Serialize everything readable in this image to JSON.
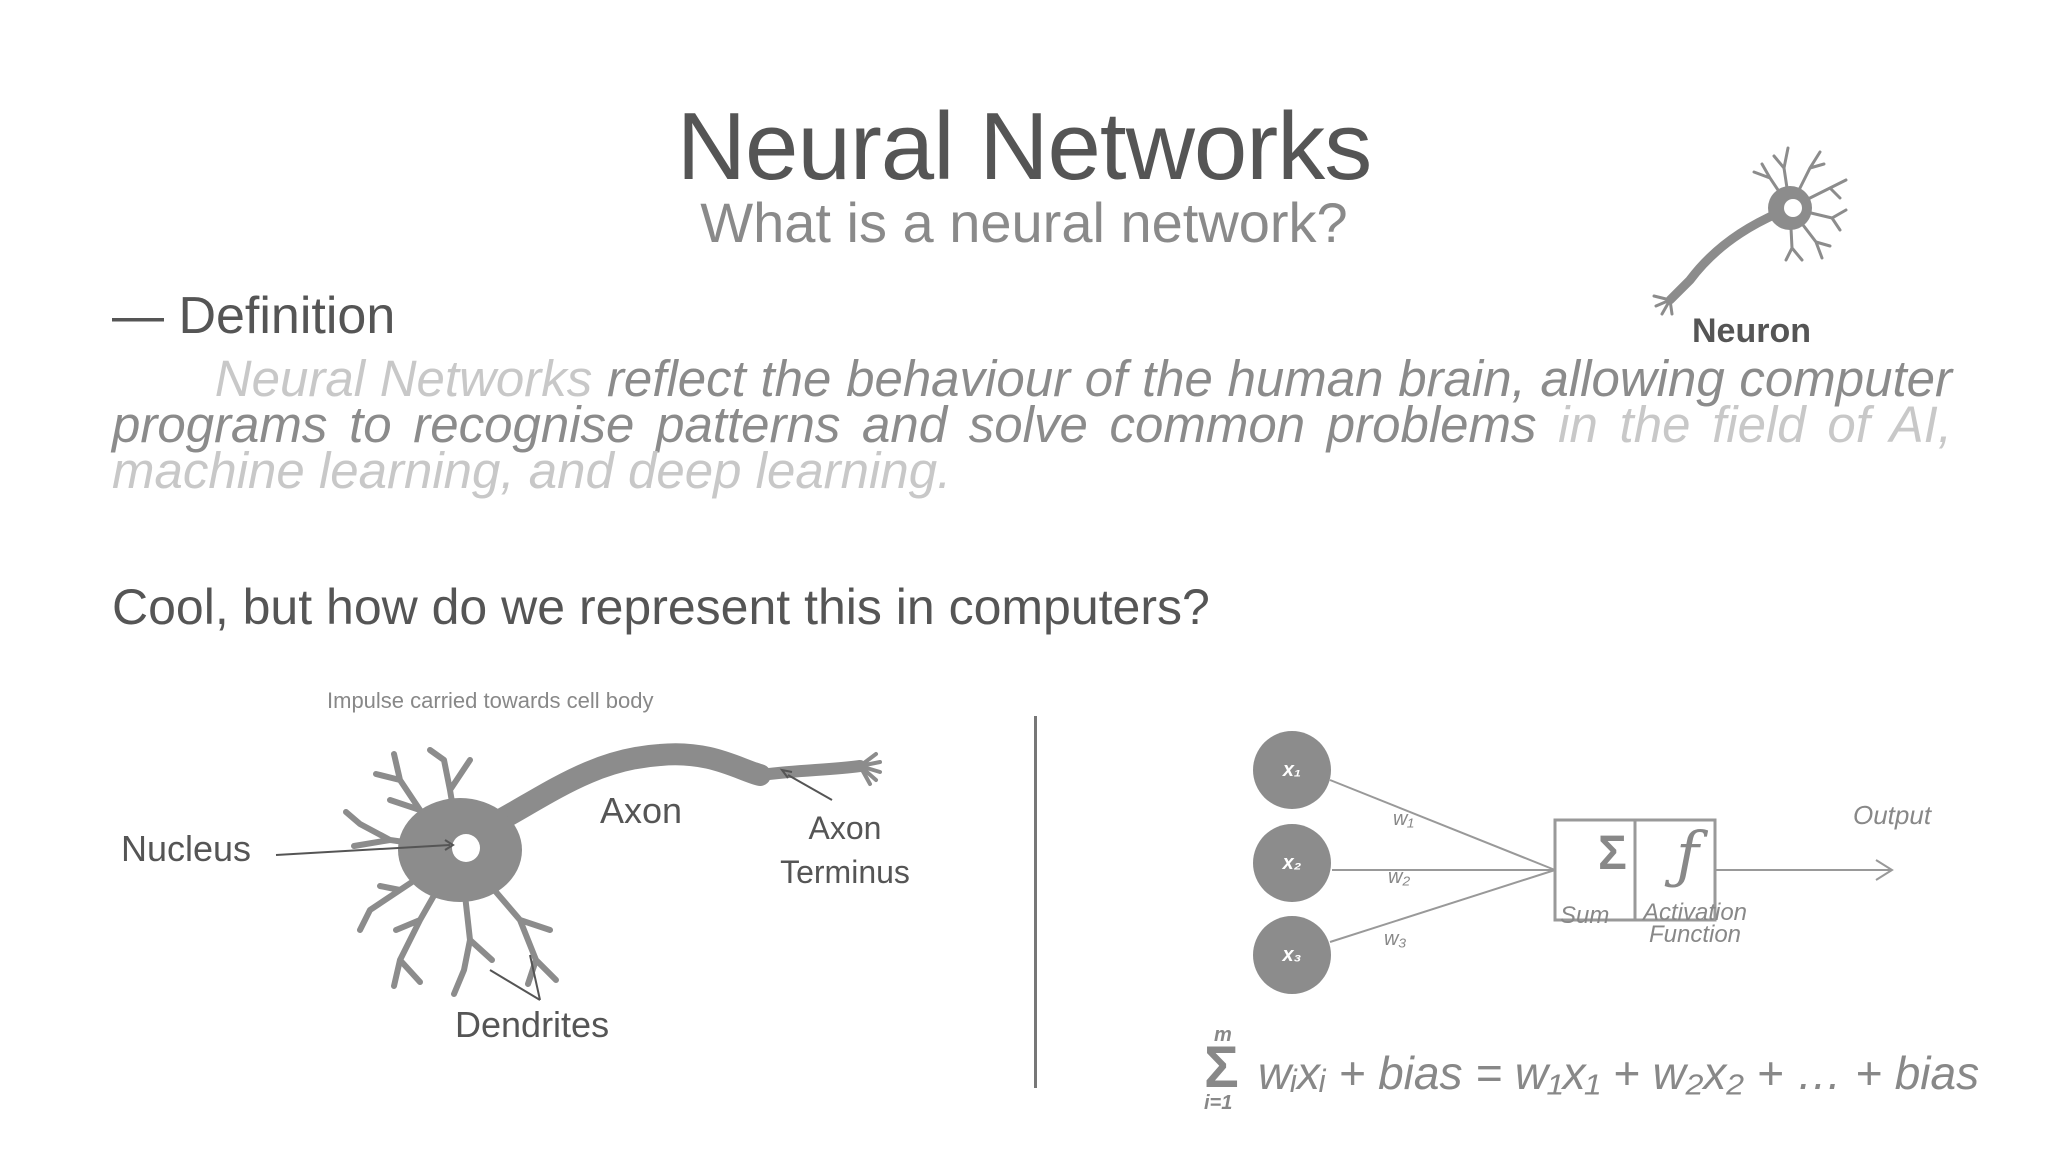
{
  "header": {
    "title": "Neural Networks",
    "subtitle": "What is a neural network?"
  },
  "definition_heading": "— Definition",
  "neuron_caption": "Neuron",
  "definition_text": {
    "part1": "Neural Networks",
    "part2": " reflect the behaviour of the human brain, allowing computer programs to recognise patterns and solve common problems",
    "part3": " in the field of AI, machine learning, and deep learning."
  },
  "question": "Cool, but how do we represent this in computers?",
  "neuron_diagram": {
    "impulse": "Impulse carried towards cell body",
    "nucleus": "Nucleus",
    "axon": "Axon",
    "axon_terminus_line1": "Axon",
    "axon_terminus_line2": "Terminus",
    "dendrites": "Dendrites"
  },
  "perceptron": {
    "inputs": [
      "x₁",
      "x₂",
      "x₃"
    ],
    "weights": [
      "w₁",
      "w₂",
      "w₃"
    ],
    "sum_symbol": "Σ",
    "activation_symbol": "ƒ",
    "sum_label": "Sum",
    "activation_label_line1": "Activation",
    "activation_label_line2": "Function",
    "output_label": "Output"
  },
  "formula": {
    "upper": "m",
    "sigma": "Σ",
    "lower": "i=1",
    "expression": "wᵢxᵢ + bias = w₁x₁ + w₂x₂ + … + bias"
  },
  "colors": {
    "text_dark": "#555555",
    "text_mid": "#888888",
    "text_light": "#c8c8c8",
    "node_fill": "#8c8c8c"
  }
}
